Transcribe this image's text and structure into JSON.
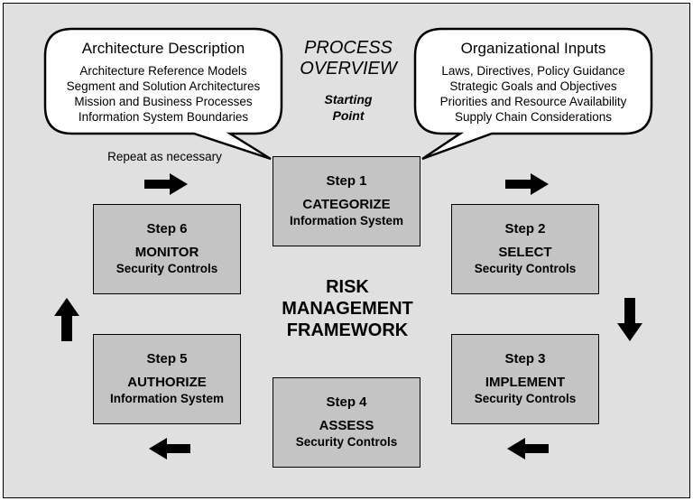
{
  "process": {
    "title_line1": "PROCESS",
    "title_line2": "OVERVIEW",
    "starting_line1": "Starting",
    "starting_line2": "Point"
  },
  "architecture": {
    "heading": "Architecture Description",
    "items": [
      "Architecture Reference Models",
      "Segment and Solution Architectures",
      "Mission and Business Processes",
      "Information System Boundaries"
    ]
  },
  "organizational": {
    "heading": "Organizational Inputs",
    "items": [
      "Laws, Directives, Policy Guidance",
      "Strategic Goals and Objectives",
      "Priorities and Resource Availability",
      "Supply Chain Considerations"
    ]
  },
  "repeat_note": "Repeat as necessary",
  "framework": {
    "line1": "RISK",
    "line2": "MANAGEMENT",
    "line3": "FRAMEWORK"
  },
  "steps": [
    {
      "number": "Step 1",
      "action": "CATEGORIZE",
      "object": "Information System"
    },
    {
      "number": "Step 2",
      "action": "SELECT",
      "object": "Security Controls"
    },
    {
      "number": "Step 3",
      "action": "IMPLEMENT",
      "object": "Security Controls"
    },
    {
      "number": "Step 4",
      "action": "ASSESS",
      "object": "Security Controls"
    },
    {
      "number": "Step 5",
      "action": "AUTHORIZE",
      "object": "Information System"
    },
    {
      "number": "Step 6",
      "action": "MONITOR",
      "object": "Security Controls"
    }
  ],
  "colors": {
    "background": "#e0e0e0",
    "step_fill": "#c4c4c4",
    "bubble_fill": "#ffffff",
    "ink": "#000000"
  }
}
